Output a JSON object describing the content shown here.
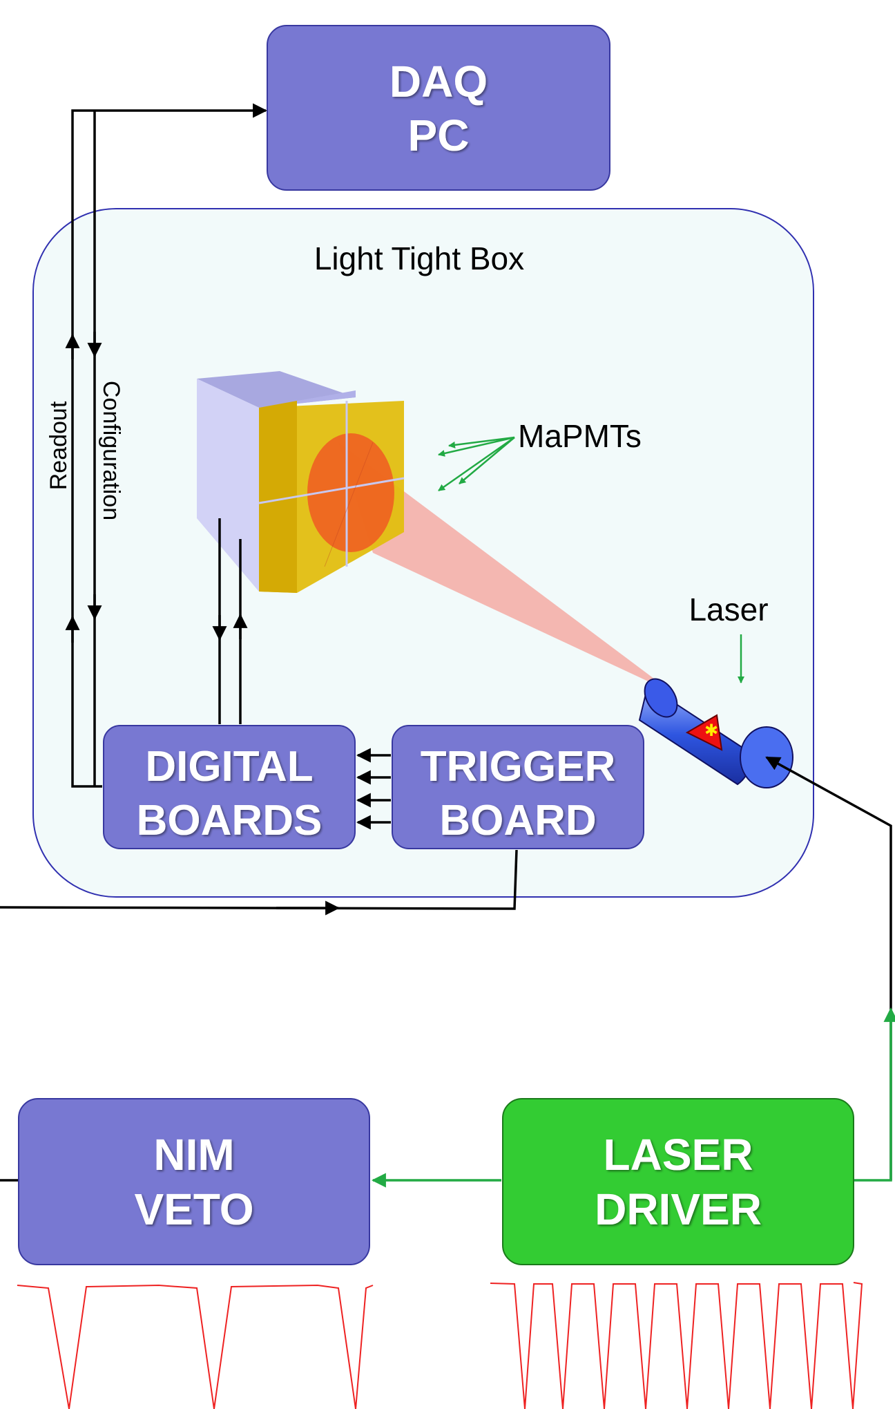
{
  "daq_pc": {
    "line1": "DAQ",
    "line2": "PC"
  },
  "light_tight_box": {
    "label": "Light Tight Box"
  },
  "readout_label": "Readout",
  "configuration_label": "Configuration",
  "mapmts_label": "MaPMTs",
  "laser_label": "Laser",
  "digital_boards": {
    "line1": "DIGITAL",
    "line2": "BOARDS"
  },
  "trigger_board": {
    "line1": "TRIGGER",
    "line2": "BOARD"
  },
  "nim_veto": {
    "line1": "NIM",
    "line2": "VETO"
  },
  "laser_driver": {
    "line1": "LASER",
    "line2": "DRIVER"
  },
  "colors": {
    "module_box": "#7878d2",
    "laser_driver_box": "#33cc33",
    "light_tight_box_fill": "#f2fafa",
    "light_tight_box_border": "#3030b0",
    "signal_trace": "#ee2222",
    "green_arrow": "#22aa44",
    "beam": "#f4a098"
  }
}
